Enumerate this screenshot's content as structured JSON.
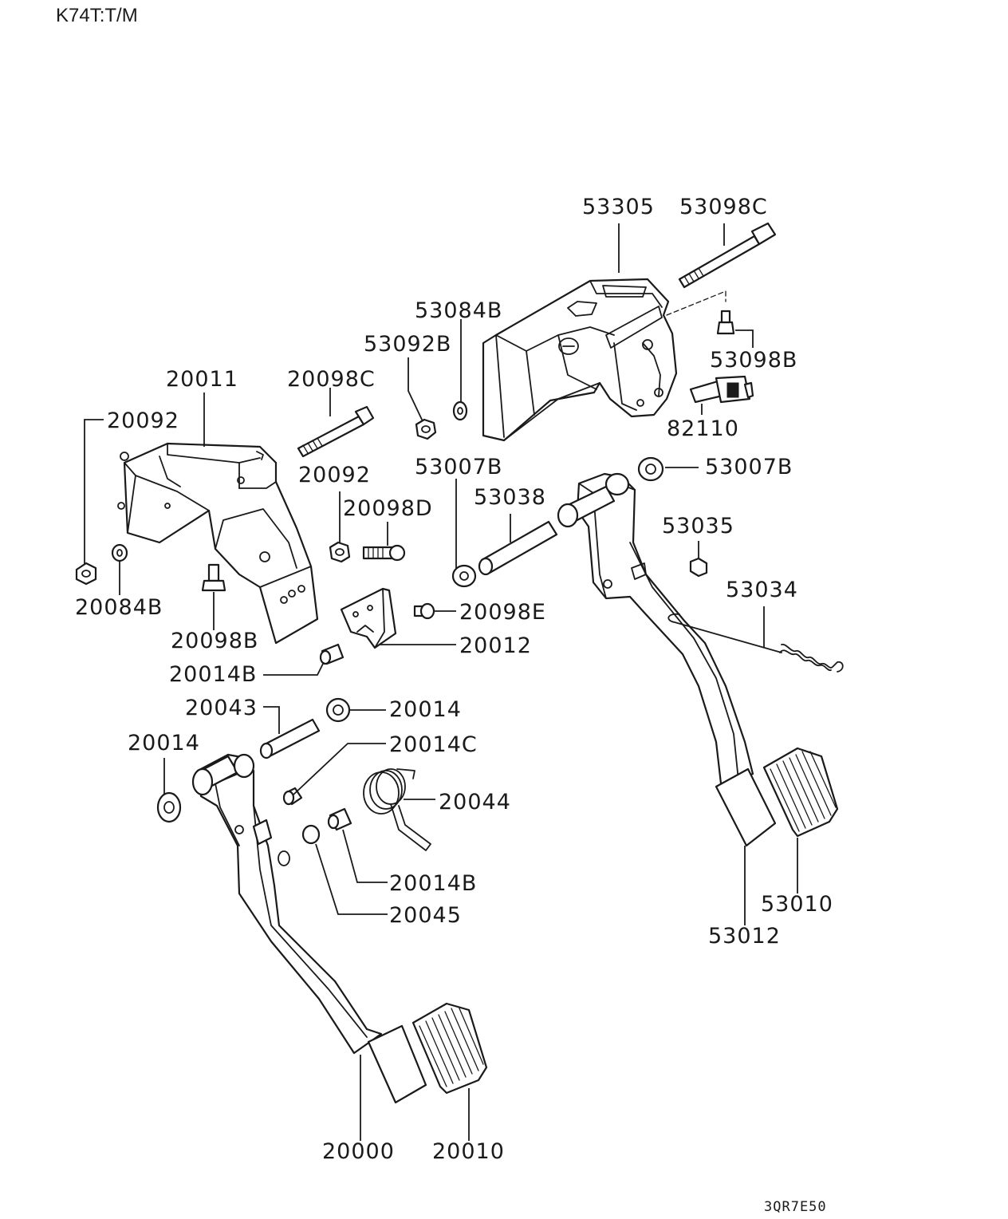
{
  "header": {
    "model_code": "K74T:T/M"
  },
  "footer": {
    "drawing_code": "3QR7E50"
  },
  "labels": [
    {
      "id": "l53305",
      "text": "53305"
    },
    {
      "id": "l53098C",
      "text": "53098C"
    },
    {
      "id": "l53084B",
      "text": "53084B"
    },
    {
      "id": "l53092B",
      "text": "53092B"
    },
    {
      "id": "l53098B",
      "text": "53098B"
    },
    {
      "id": "l82110",
      "text": "82110"
    },
    {
      "id": "l20011",
      "text": "20011"
    },
    {
      "id": "l20098C",
      "text": "20098C"
    },
    {
      "id": "l20092a",
      "text": "20092"
    },
    {
      "id": "l53007Ba",
      "text": "53007B"
    },
    {
      "id": "l53007Bb",
      "text": "53007B"
    },
    {
      "id": "l20092b",
      "text": "20092"
    },
    {
      "id": "l53038",
      "text": "53038"
    },
    {
      "id": "l20098D",
      "text": "20098D"
    },
    {
      "id": "l53035",
      "text": "53035"
    },
    {
      "id": "l20084B",
      "text": "20084B"
    },
    {
      "id": "l53034",
      "text": "53034"
    },
    {
      "id": "l20098E",
      "text": "20098E"
    },
    {
      "id": "l20098B",
      "text": "20098B"
    },
    {
      "id": "l20012",
      "text": "20012"
    },
    {
      "id": "l20014Ba",
      "text": "20014B"
    },
    {
      "id": "l20043",
      "text": "20043"
    },
    {
      "id": "l20014a",
      "text": "20014"
    },
    {
      "id": "l20014b",
      "text": "20014"
    },
    {
      "id": "l20014C",
      "text": "20014C"
    },
    {
      "id": "l20044",
      "text": "20044"
    },
    {
      "id": "l20014Bb",
      "text": "20014B"
    },
    {
      "id": "l20045",
      "text": "20045"
    },
    {
      "id": "l53010",
      "text": "53010"
    },
    {
      "id": "l53012",
      "text": "53012"
    },
    {
      "id": "l20000",
      "text": "20000"
    },
    {
      "id": "l20010",
      "text": "20010"
    }
  ]
}
